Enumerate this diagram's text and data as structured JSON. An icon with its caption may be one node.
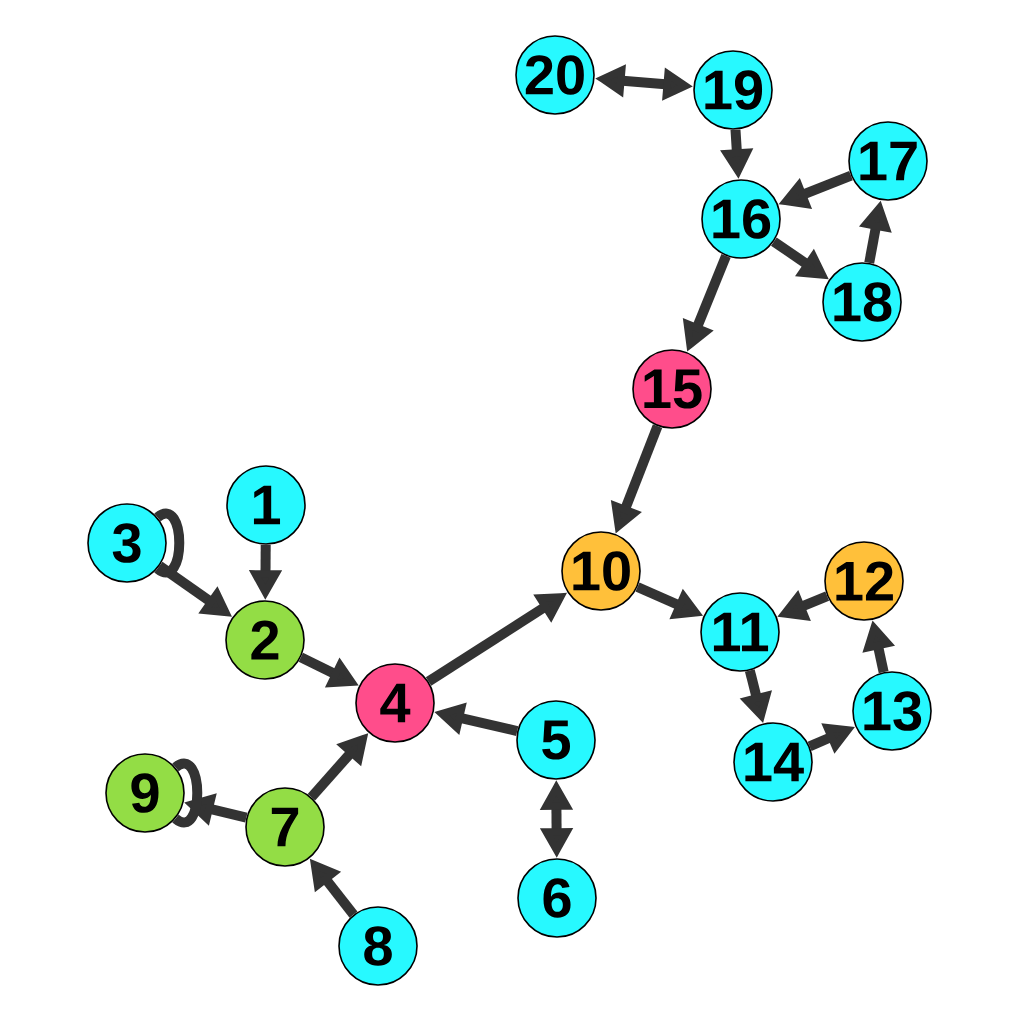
{
  "diagram": {
    "nodes": [
      {
        "text": [
          "1"
        ]
      },
      {
        "text": [
          "2"
        ]
      },
      {
        "text": [
          "3"
        ]
      },
      {
        "text": [
          "4"
        ]
      },
      {
        "text": [
          "5"
        ]
      },
      {
        "text": [
          "6"
        ]
      },
      {
        "text": [
          "7"
        ]
      },
      {
        "text": [
          "8"
        ]
      },
      {
        "text": [
          "9"
        ]
      },
      {
        "text": [
          "10"
        ]
      },
      {
        "text": [
          "11"
        ]
      },
      {
        "text": [
          "12"
        ]
      },
      {
        "text": [
          "13"
        ]
      },
      {
        "text": [
          "14"
        ]
      },
      {
        "text": [
          "15"
        ]
      },
      {
        "text": [
          "16"
        ]
      },
      {
        "text": [
          "17"
        ]
      },
      {
        "text": [
          "18"
        ]
      },
      {
        "text": [
          "19"
        ]
      },
      {
        "text": [
          "20"
        ]
      }
    ],
    "edges": [
      {
        "from": 0,
        "to": 1,
        "arrow": "to"
      },
      {
        "from": 2,
        "to": 1,
        "arrow": "to"
      },
      {
        "from": 2,
        "to": 2,
        "arrow": "none"
      },
      {
        "from": 1,
        "to": 3,
        "arrow": "to"
      },
      {
        "from": 3,
        "to": 9,
        "arrow": "to"
      },
      {
        "from": 4,
        "to": 3,
        "arrow": "to"
      },
      {
        "from": 4,
        "to": 5,
        "arrow": "both"
      },
      {
        "from": 6,
        "to": 3,
        "arrow": "to"
      },
      {
        "from": 6,
        "to": 8,
        "arrow": "to"
      },
      {
        "from": 8,
        "to": 8,
        "arrow": "none"
      },
      {
        "from": 7,
        "to": 6,
        "arrow": "to"
      },
      {
        "from": 14,
        "to": 9,
        "arrow": "to"
      },
      {
        "from": 9,
        "to": 10,
        "arrow": "to"
      },
      {
        "from": 11,
        "to": 10,
        "arrow": "to"
      },
      {
        "from": 10,
        "to": 13,
        "arrow": "to"
      },
      {
        "from": 13,
        "to": 12,
        "arrow": "to"
      },
      {
        "from": 12,
        "to": 11,
        "arrow": "to"
      },
      {
        "from": 15,
        "to": 14,
        "arrow": "to"
      },
      {
        "from": 18,
        "to": 15,
        "arrow": "to"
      },
      {
        "from": 16,
        "to": 15,
        "arrow": "to"
      },
      {
        "from": 15,
        "to": 17,
        "arrow": "to"
      },
      {
        "from": 17,
        "to": 16,
        "arrow": "to"
      },
      {
        "from": 19,
        "to": 18,
        "arrow": "both"
      }
    ]
  }
}
